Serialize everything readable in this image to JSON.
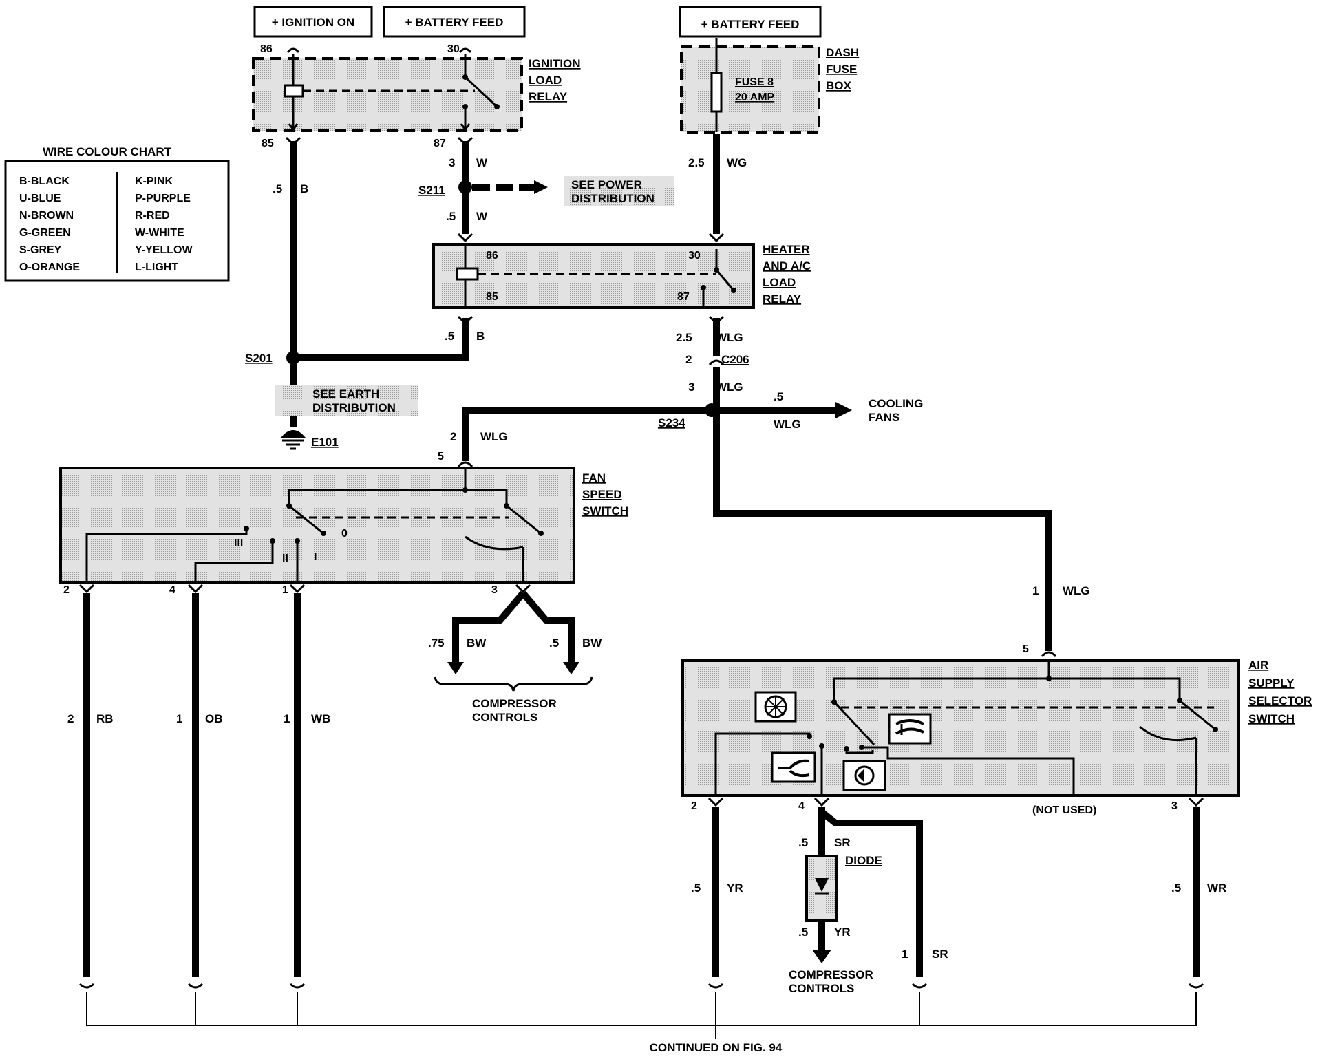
{
  "sources": {
    "ignition_on": "+ IGNITION ON",
    "battery_feed_1": "+ BATTERY FEED",
    "battery_feed_2": "+ BATTERY FEED"
  },
  "ignition_relay": {
    "name": [
      "IGNITION",
      "LOAD",
      "RELAY"
    ],
    "pins": {
      "p86": "86",
      "p30": "30",
      "p85": "85",
      "p87": "87"
    }
  },
  "dash_fuse_box": {
    "name": [
      "DASH",
      "FUSE",
      "BOX"
    ],
    "fuse": [
      "FUSE 8",
      "20 AMP"
    ]
  },
  "wire_colour_chart": {
    "title": "WIRE COLOUR CHART",
    "left": [
      "B-BLACK",
      "U-BLUE",
      "N-BROWN",
      "G-GREEN",
      "S-GREY",
      "O-ORANGE"
    ],
    "right": [
      "K-PINK",
      "P-PURPLE",
      "R-RED",
      "W-WHITE",
      "Y-YELLOW",
      "L-LIGHT"
    ]
  },
  "heater_relay": {
    "name": [
      "HEATER",
      "AND A/C",
      "LOAD",
      "RELAY"
    ],
    "pins": {
      "p86": "86",
      "p30": "30",
      "p85": "85",
      "p87": "87"
    }
  },
  "wires": {
    "w85_size": ".5",
    "w85_col": "B",
    "w87_size": "3",
    "w87_col": "W",
    "w211_size": ".5",
    "w211_col": "W",
    "wfuse_size": "2.5",
    "wfuse_col": "WG",
    "w85b_size": ".5",
    "w85b_col": "B",
    "w87b_size": "2.5",
    "w87b_col": "WLG",
    "c206_pin": "2",
    "c206_name": "C206",
    "w206_size": "3",
    "w206_col": "WLG",
    "wcool_size": ".5",
    "wcool_col": "WLG",
    "wfan_size": "2",
    "wfan_col": "WLG",
    "wair_size": "1",
    "wair_col": "WLG",
    "wbw1_size": ".75",
    "wbw1_col": "BW",
    "wbw2_size": ".5",
    "wbw2_col": "BW",
    "wrb_size": "2",
    "wrb_col": "RB",
    "wob_size": "1",
    "wob_col": "OB",
    "wwb_size": "1",
    "wwb_col": "WB",
    "wyr_size": ".5",
    "wyr_col": "YR",
    "wsr_size": ".5",
    "wsr_col": "SR",
    "wyr2_size": ".5",
    "wyr2_col": "YR",
    "wsr2_size": "1",
    "wsr2_col": "SR",
    "wwr_size": ".5",
    "wwr_col": "WR"
  },
  "splices": {
    "s211": "S211",
    "s201": "S201",
    "s234": "S234",
    "e101": "E101"
  },
  "references": {
    "power": [
      "SEE POWER",
      "DISTRIBUTION"
    ],
    "earth": [
      "SEE EARTH",
      "DISTRIBUTION"
    ],
    "cooling": [
      "COOLING",
      "FANS"
    ],
    "compressor1": [
      "COMPRESSOR",
      "CONTROLS"
    ],
    "compressor2": [
      "COMPRESSOR",
      "CONTROLS"
    ],
    "continued": "CONTINUED ON FIG. 94"
  },
  "fan_speed_switch": {
    "name": [
      "FAN",
      "SPEED",
      "SWITCH"
    ],
    "positions": {
      "p0": "0",
      "pI": "I",
      "pII": "II",
      "pIII": "III"
    },
    "pins": {
      "p5": "5",
      "p2": "2",
      "p4": "4",
      "p1": "1",
      "p3": "3"
    }
  },
  "air_supply_switch": {
    "name": [
      "AIR",
      "SUPPLY",
      "SELECTOR",
      "SWITCH"
    ],
    "pins": {
      "p5": "5",
      "p2": "2",
      "p4": "4",
      "p3": "3"
    },
    "not_used": "(NOT USED)"
  },
  "diode": "DIODE",
  "icons": [
    "fan-icon",
    "recirculate-icon",
    "fresh-air-icon",
    "defrost-icon",
    "earth-icon",
    "arrow-icon"
  ]
}
